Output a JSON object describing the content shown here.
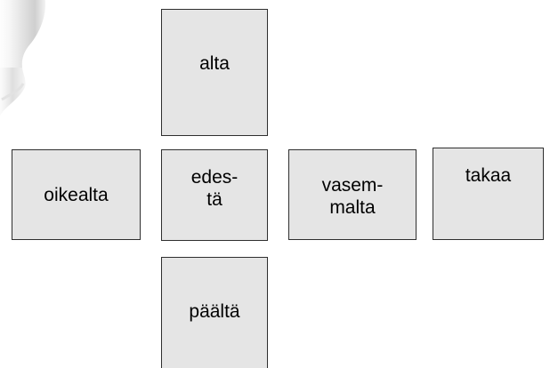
{
  "colors": {
    "card_fill": "#e5e5e5",
    "card_border": "#2f2f2f",
    "text": "#000000"
  },
  "corner_graphic": {
    "icon": "light-bulb-illustration"
  },
  "cards": {
    "top": {
      "label": "alta"
    },
    "left": {
      "label": "oikealta"
    },
    "center": {
      "label": "edes-\ntä"
    },
    "right": {
      "label": "vasem-\nmalta"
    },
    "far_right": {
      "label": "takaa"
    },
    "bottom": {
      "label": "päältä"
    }
  }
}
